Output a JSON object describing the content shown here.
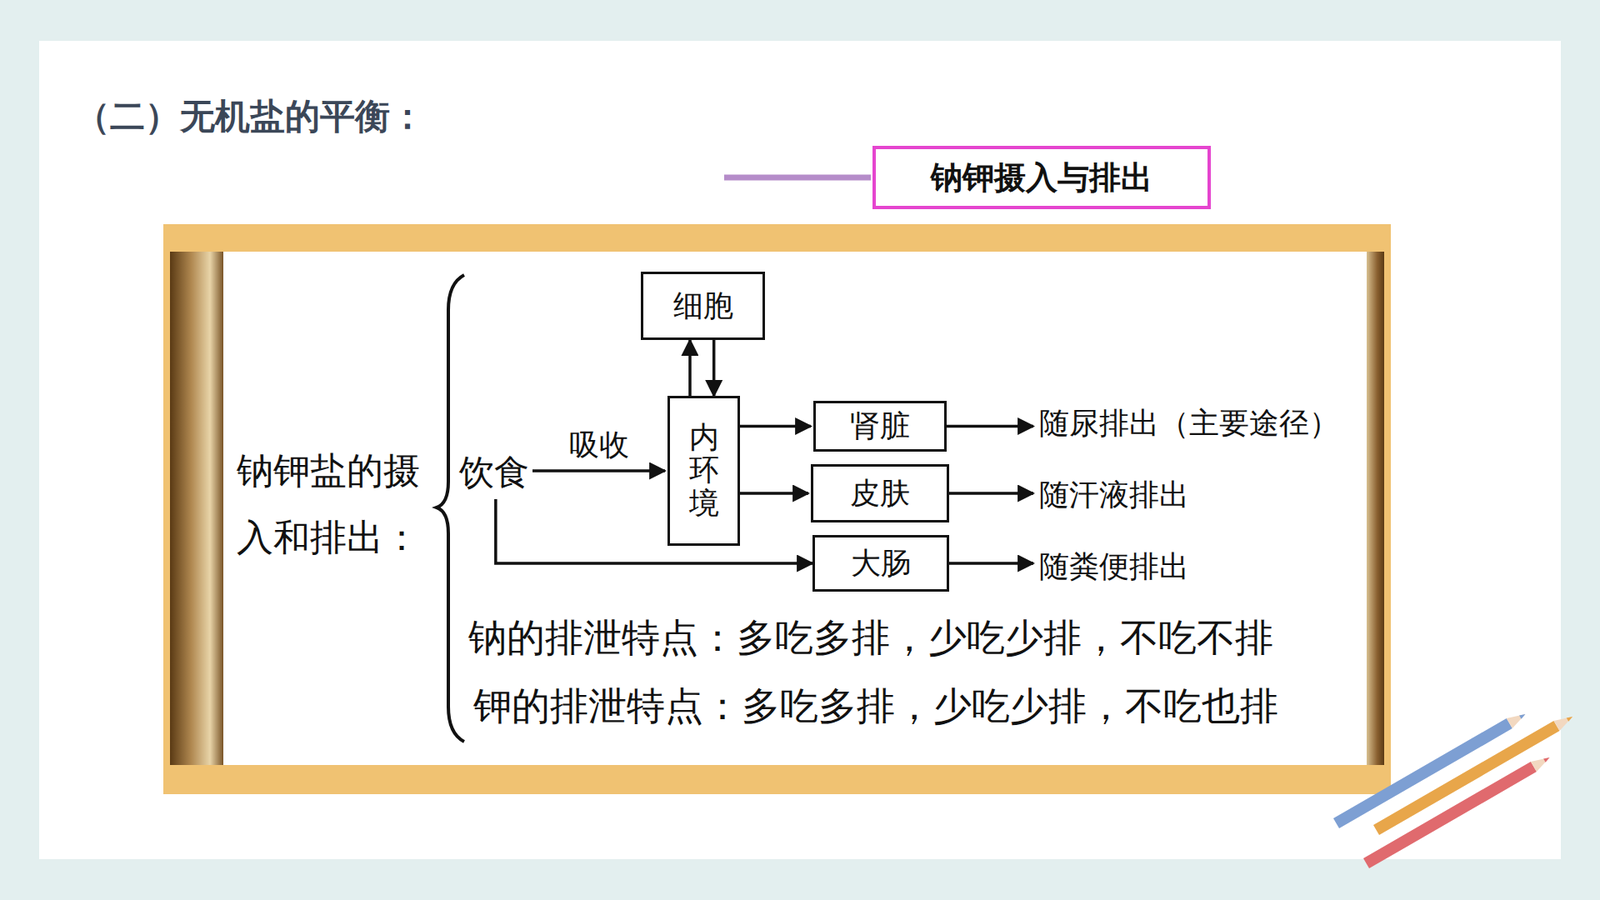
{
  "diagram": {
    "title": "（二）无机盐的平衡：",
    "nodes": [
      {
        "text": [
          "钠钾摄入与排出"
        ]
      },
      {
        "text": [
          "细胞"
        ]
      },
      {
        "text": [
          "饮食"
        ]
      },
      {
        "text": [
          "内环境"
        ]
      },
      {
        "text": [
          "肾脏"
        ]
      },
      {
        "text": [
          "随尿排出（主要途径）"
        ]
      },
      {
        "text": [
          "皮肤"
        ]
      },
      {
        "text": [
          "随汗液排出"
        ]
      },
      {
        "text": [
          "大肠"
        ]
      },
      {
        "text": [
          "随粪便排出"
        ]
      }
    ],
    "edges": [
      {
        "from": 3,
        "to": 1,
        "arrow": "to"
      },
      {
        "from": 1,
        "to": 3,
        "arrow": "to"
      },
      {
        "from": 2,
        "to": 3,
        "label": "吸收",
        "arrow": "to"
      },
      {
        "from": 3,
        "to": 4,
        "arrow": "to"
      },
      {
        "from": 3,
        "to": 6,
        "arrow": "to"
      },
      {
        "from": 2,
        "to": 8,
        "arrow": "to"
      },
      {
        "from": 4,
        "to": 5,
        "arrow": "to"
      },
      {
        "from": 6,
        "to": 7,
        "arrow": "to"
      },
      {
        "from": 8,
        "to": 9,
        "arrow": "to"
      }
    ],
    "labels": [
      "钠钾盐的摄入和排出：",
      "钠的排泄特点：多吃多排，少吃少排，不吃不排",
      "钾的排泄特点：多吃多排，少吃少排，不吃也排"
    ]
  }
}
